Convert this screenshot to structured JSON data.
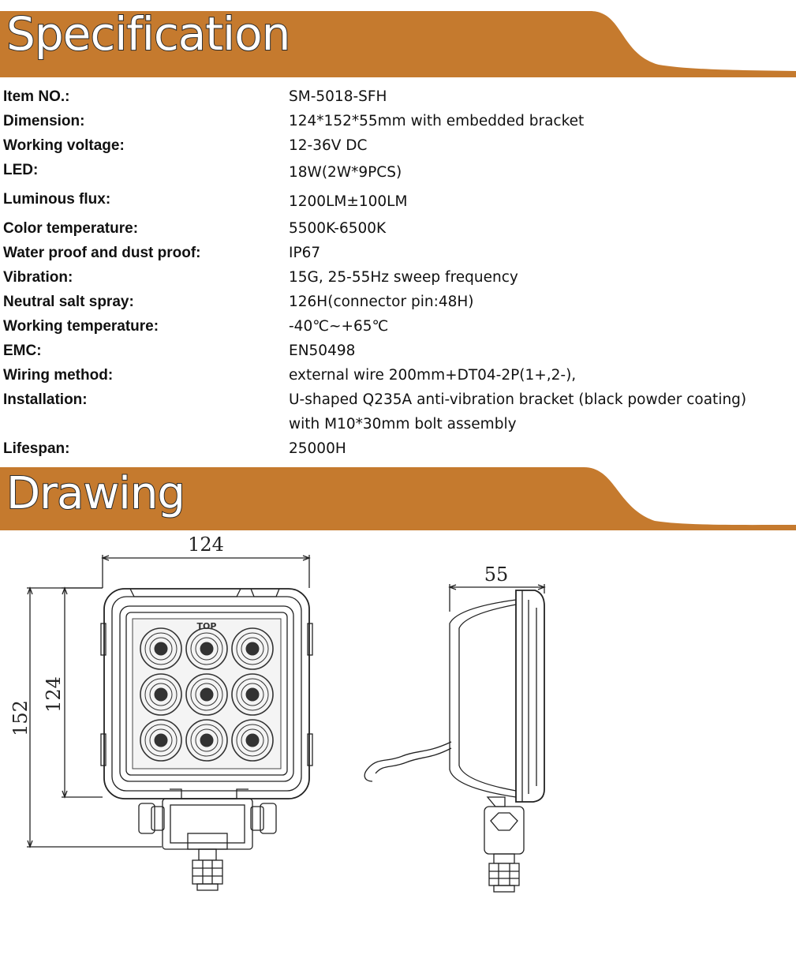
{
  "banners": {
    "specification": "Specification",
    "drawing": "Drawing",
    "color": "#c57a2e"
  },
  "specs": [
    {
      "label": "Item NO.:",
      "value": "SM-5018-SFH"
    },
    {
      "label": "Dimension:",
      "value": "124*152*55mm with embedded bracket"
    },
    {
      "label": "Working voltage:",
      "value": "12-36V DC"
    },
    {
      "label": "LED:",
      "value": "18W(2W*9PCS)"
    },
    {
      "label": "Luminous flux:",
      "value": "1200LM±100LM"
    },
    {
      "label": "Color temperature:",
      "value": "5500K-6500K"
    },
    {
      "label": "Water proof and dust proof:",
      "value": "IP67"
    },
    {
      "label": "Vibration:",
      "value": "15G, 25-55Hz sweep frequency"
    },
    {
      "label": "Neutral salt spray:",
      "value": "126H(connector pin:48H)"
    },
    {
      "label": "Working temperature:",
      "value": "-40℃~+65℃"
    },
    {
      "label": "EMC:",
      "value": "EN50498"
    },
    {
      "label": "Wiring method:",
      "value": "external wire 200mm+DT04-2P(1+,2-),"
    },
    {
      "label": "Installation:",
      "value": "U-shaped Q235A anti-vibration bracket (black powder coating)"
    },
    {
      "label": "",
      "value": "with M10*30mm bolt assembly"
    },
    {
      "label": "Lifespan:",
      "value": "25000H"
    }
  ],
  "drawing": {
    "front_width": "124",
    "front_inner_height": "124",
    "front_total_height": "152",
    "side_depth": "55",
    "top_mark": "TOP"
  }
}
